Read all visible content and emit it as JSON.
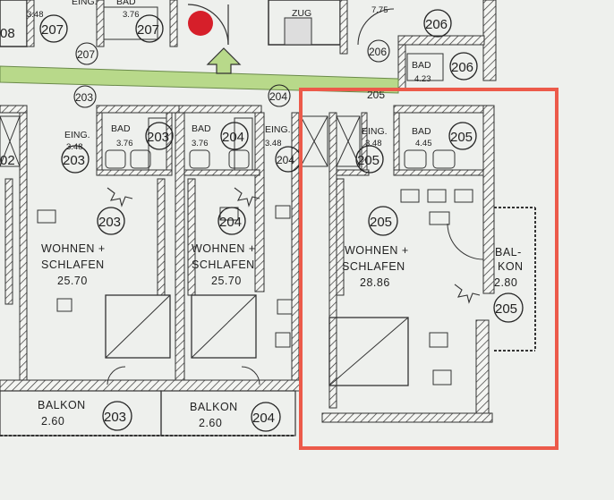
{
  "floorplan": {
    "highlight_color": "#ec5a4a",
    "corridor_color": "#b8d98a",
    "marker_color": "#d61f2a",
    "top_labels": {
      "eing": "EING.",
      "eing_area": "3.48",
      "bad_area": "3.76",
      "bad_partial": "BAD",
      "zug": "ZUG",
      "area_775": "7.75",
      "unit_207": "207",
      "unit_208_partial": "08",
      "unit_206": "206"
    },
    "bad_206": {
      "label": "BAD",
      "area": "4.23",
      "unit": "206"
    },
    "corridor_numbers": [
      "203",
      "204",
      "205"
    ],
    "units": [
      {
        "id": "202",
        "number": "02"
      },
      {
        "id": "203",
        "number": "203",
        "eing_label": "EING.",
        "eing_area": "3.48",
        "bad_label": "BAD",
        "bad_area": "3.76",
        "wohnen_label": "WOHNEN +",
        "schlafen_label": "SCHLAFEN",
        "wohnen_area": "25.70",
        "balkon_label": "BALKON",
        "balkon_area": "2.60"
      },
      {
        "id": "204",
        "number": "204",
        "eing_label": "EING.",
        "eing_area": "3.48",
        "bad_label": "BAD",
        "bad_area": "3.76",
        "wohnen_label": "WOHNEN +",
        "schlafen_label": "SCHLAFEN",
        "wohnen_area": "25.70",
        "balkon_label": "BALKON",
        "balkon_area": "2.60"
      },
      {
        "id": "205",
        "number": "205",
        "eing_label": "EING.",
        "eing_area": "3.48",
        "bad_label": "BAD",
        "bad_area": "4.45",
        "wohnen_label": "WOHNEN +",
        "schlafen_label": "SCHLAFEN",
        "wohnen_area": "28.86",
        "balkon_label_1": "BAL-",
        "balkon_label_2": "KON",
        "balkon_area": "2.80"
      }
    ]
  }
}
